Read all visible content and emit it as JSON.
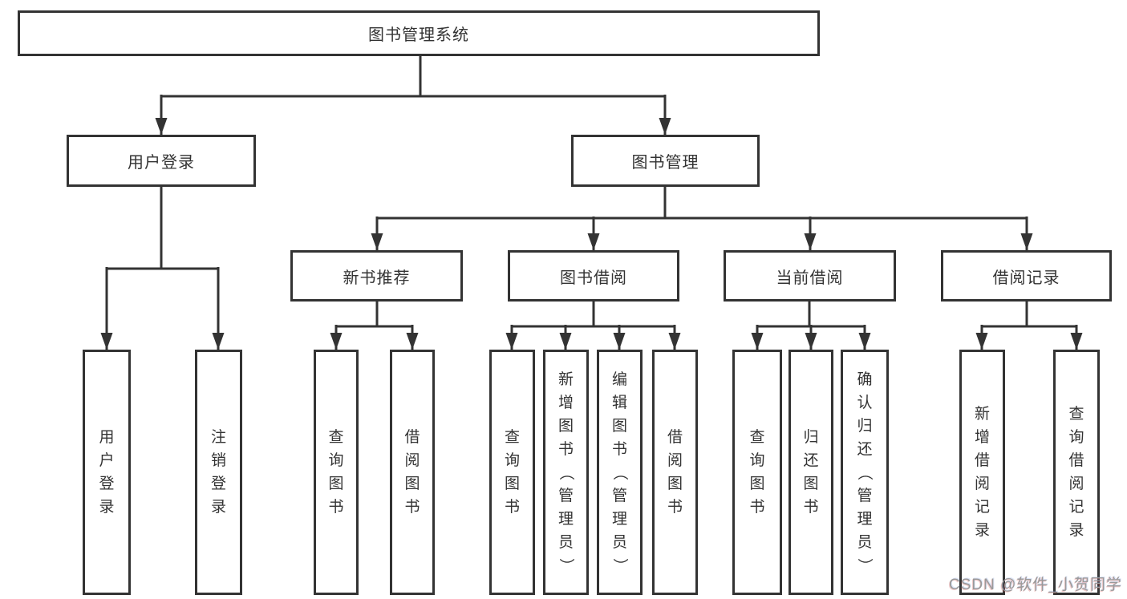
{
  "tree": {
    "label": "图书管理系统",
    "children": [
      {
        "label": "用户登录",
        "children": [
          {
            "label": "用户登录"
          },
          {
            "label": "注销登录"
          }
        ]
      },
      {
        "label": "图书管理",
        "children": [
          {
            "label": "新书推荐",
            "children": [
              {
                "label": "查询图书"
              },
              {
                "label": "借阅图书"
              }
            ]
          },
          {
            "label": "图书借阅",
            "children": [
              {
                "label": "查询图书"
              },
              {
                "label": "新增图书（管理员）"
              },
              {
                "label": "编辑图书（管理员）"
              },
              {
                "label": "借阅图书"
              }
            ]
          },
          {
            "label": "当前借阅",
            "children": [
              {
                "label": "查询图书"
              },
              {
                "label": "归还图书"
              },
              {
                "label": "确认归还（管理员）"
              }
            ]
          },
          {
            "label": "借阅记录",
            "children": [
              {
                "label": "新增借阅记录"
              },
              {
                "label": "查询借阅记录"
              }
            ]
          }
        ]
      }
    ]
  },
  "watermark": {
    "text": "CSDN @软件_小贺同学"
  },
  "colors": {
    "line": "#333333",
    "box_border": "#333333",
    "text": "#333333",
    "watermark": "#9a9a9a",
    "background": "#ffffff"
  }
}
